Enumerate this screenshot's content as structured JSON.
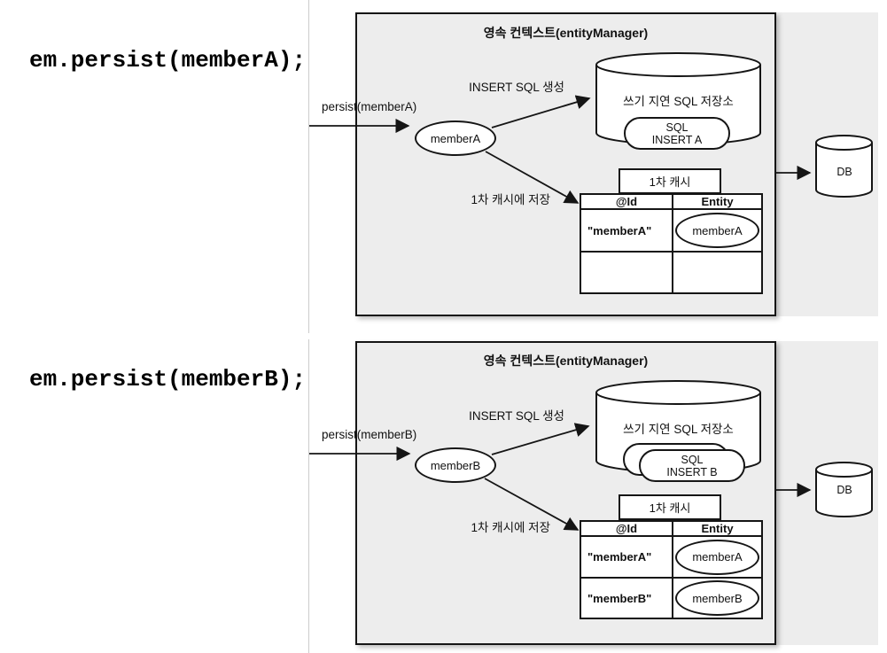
{
  "code_lines": [
    "em.persist(memberA);",
    "em.persist(memberB);"
  ],
  "colors": {
    "panel_bg": "#ededed",
    "stroke": "#151515",
    "paper": "#ffffff"
  },
  "panels": [
    {
      "title": "영속 컨텍스트(entityManager)",
      "persist_label": "persist(memberA)",
      "insert_sql_label": "INSERT SQL 생성",
      "entity_node_label": "memberA",
      "sql_store_label": "쓰기 지연 SQL 저장소",
      "sql_note": {
        "line1": "SQL",
        "line2": "INSERT A"
      },
      "cache_save_label": "1차 캐시에 저장",
      "cache_tab_label": "1차 캐시",
      "table": {
        "headers": {
          "id": "@Id",
          "entity": "Entity"
        },
        "rows": [
          {
            "id": "\"memberA\"",
            "entity": "memberA"
          },
          {
            "id": "",
            "entity": ""
          }
        ]
      },
      "db_label": "DB"
    },
    {
      "title": "영속 컨텍스트(entityManager)",
      "persist_label": "persist(memberB)",
      "insert_sql_label": "INSERT SQL 생성",
      "entity_node_label": "memberB",
      "sql_store_label": "쓰기 지연 SQL 저장소",
      "sql_note": {
        "line1": "SQL",
        "line2": "INSERT B"
      },
      "cache_save_label": "1차 캐시에 저장",
      "cache_tab_label": "1차 캐시",
      "table": {
        "headers": {
          "id": "@Id",
          "entity": "Entity"
        },
        "rows": [
          {
            "id": "\"memberA\"",
            "entity": "memberA"
          },
          {
            "id": "\"memberB\"",
            "entity": "memberB"
          }
        ]
      },
      "db_label": "DB"
    }
  ]
}
